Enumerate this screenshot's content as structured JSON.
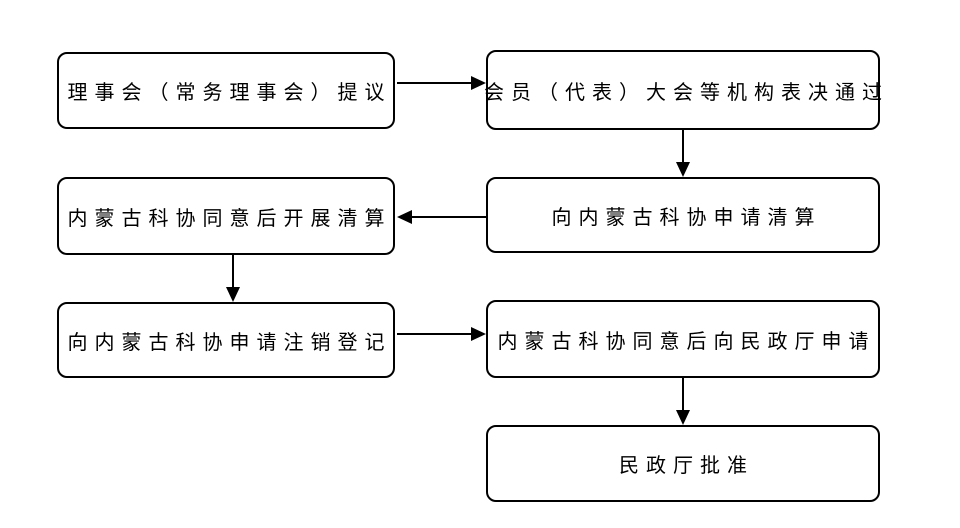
{
  "diagram": {
    "type": "flowchart",
    "colors": {
      "background": "#ffffff",
      "node_border": "#000000",
      "node_fill": "#ffffff",
      "text": "#000000",
      "arrow": "#000000"
    },
    "nodes": [
      {
        "id": "board-proposal",
        "label": "理事会（常务理事会）提议"
      },
      {
        "id": "assembly-vote",
        "label": "会员（代表）大会等机构表决通过"
      },
      {
        "id": "liquidation-carried-out",
        "label": "内蒙古科协同意后开展清算"
      },
      {
        "id": "apply-liquidation",
        "label": "向内蒙古科协申请清算"
      },
      {
        "id": "apply-deregistration",
        "label": "向内蒙古科协申请注销登记"
      },
      {
        "id": "apply-civil-affairs",
        "label": "内蒙古科协同意后向民政厅申请"
      },
      {
        "id": "civil-affairs-approval",
        "label": "民政厅批准"
      }
    ],
    "edges": [
      {
        "from": "board-proposal",
        "to": "assembly-vote"
      },
      {
        "from": "assembly-vote",
        "to": "apply-liquidation"
      },
      {
        "from": "apply-liquidation",
        "to": "liquidation-carried-out"
      },
      {
        "from": "liquidation-carried-out",
        "to": "apply-deregistration"
      },
      {
        "from": "apply-deregistration",
        "to": "apply-civil-affairs"
      },
      {
        "from": "apply-civil-affairs",
        "to": "civil-affairs-approval"
      }
    ]
  }
}
